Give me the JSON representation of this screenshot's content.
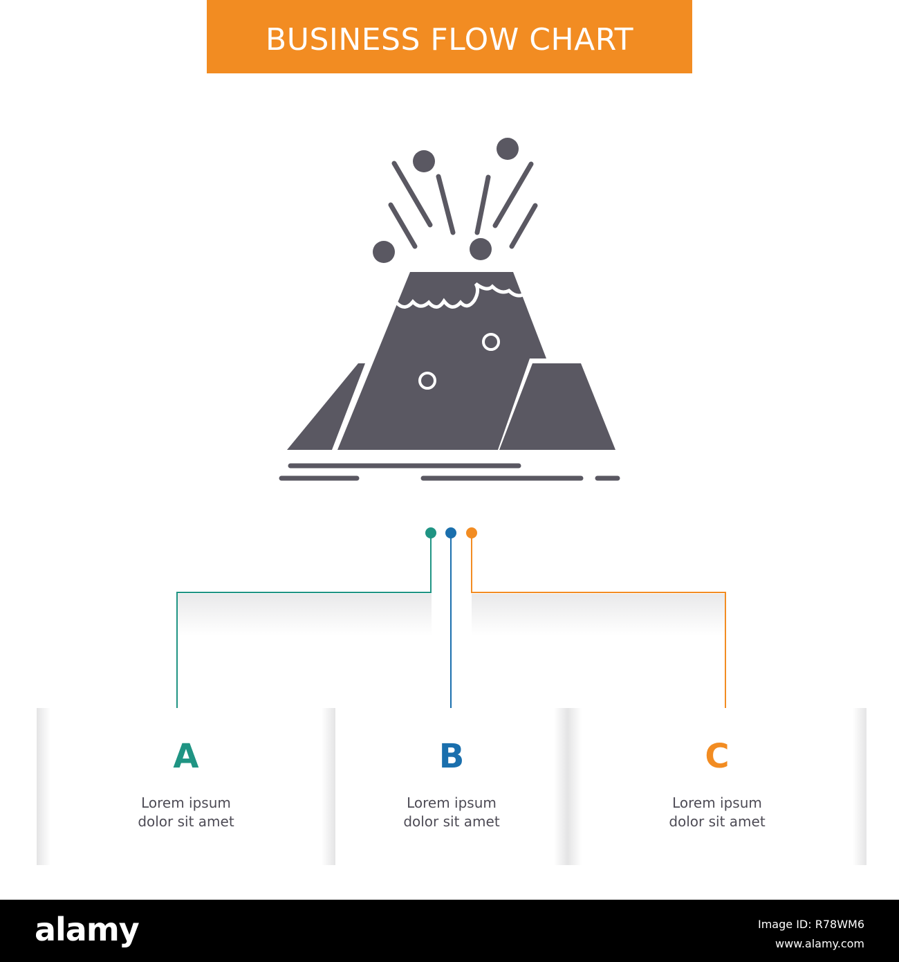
{
  "title": "BUSINESS FLOW CHART",
  "colors": {
    "title_bg": "#f28c22",
    "icon": "#5a5862",
    "branch_a": "#1f9483",
    "branch_b": "#1a6fad",
    "branch_c": "#f28c22",
    "text": "#4d4b55"
  },
  "icon": {
    "name": "volcano-eruption-icon"
  },
  "branches": [
    {
      "letter": "A",
      "line1": "Lorem ipsum",
      "line2": "dolor sit amet",
      "color": "#1f9483"
    },
    {
      "letter": "B",
      "line1": "Lorem ipsum",
      "line2": "dolor sit amet",
      "color": "#1a6fad"
    },
    {
      "letter": "C",
      "line1": "Lorem ipsum",
      "line2": "dolor sit amet",
      "color": "#f28c22"
    }
  ],
  "footer": {
    "brand": "alamy",
    "image_id": "Image ID: R78WM6",
    "url": "www.alamy.com"
  }
}
